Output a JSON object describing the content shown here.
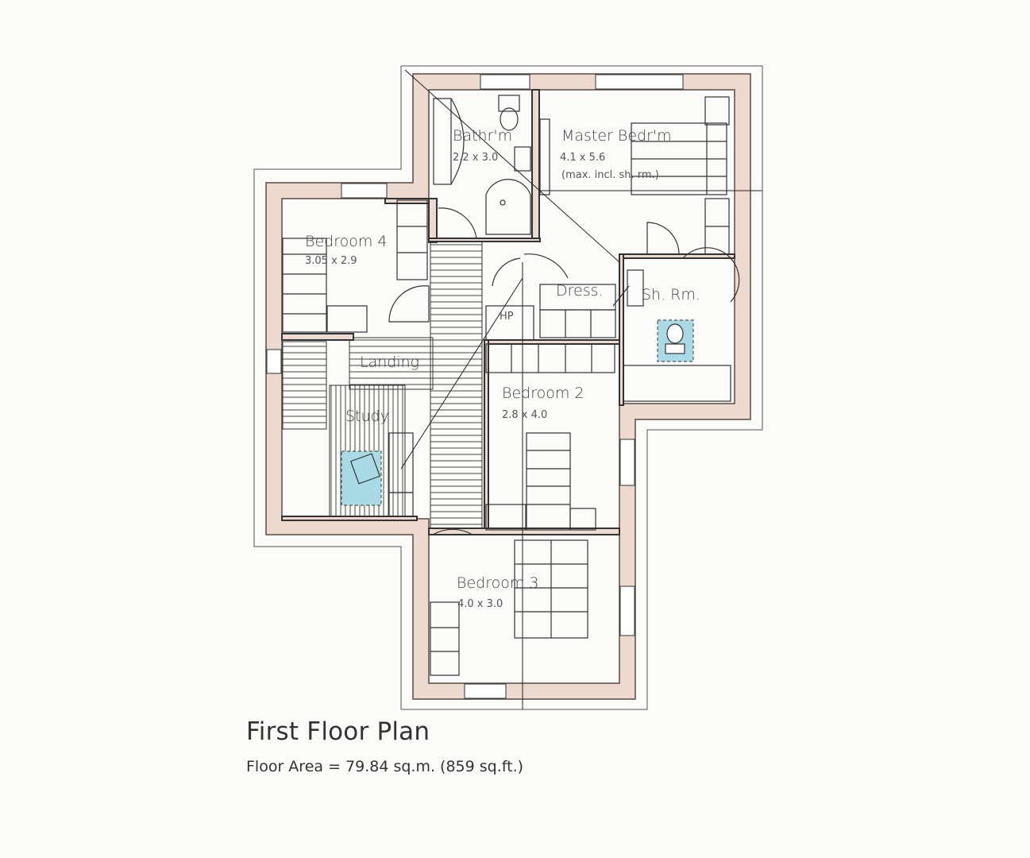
{
  "plan": {
    "title": "First Floor Plan",
    "floor_area": "Floor Area = 79.84 sq.m. (859 sq.ft.)",
    "colors": {
      "wall_fill": "#ecd9cf",
      "wall_stroke": "#5a4a42",
      "fixture": "#333333",
      "highlight": "#a9dbe6",
      "background": "#fbfbfa"
    },
    "rooms": [
      {
        "id": "bathroom",
        "name": "Bathr'm",
        "size": "2.2 x 3.0"
      },
      {
        "id": "master-bedroom",
        "name": "Master Bedr'm",
        "size": "4.1 x 5.6",
        "note": "(max. incl. sh. rm.)"
      },
      {
        "id": "bedroom-4",
        "name": "Bedroom 4",
        "size": "3.05 x 2.9"
      },
      {
        "id": "dressing",
        "name": "Dress."
      },
      {
        "id": "shower-room",
        "name": "Sh. Rm."
      },
      {
        "id": "hot-press",
        "name": "HP"
      },
      {
        "id": "landing",
        "name": "Landing"
      },
      {
        "id": "study",
        "name": "Study"
      },
      {
        "id": "bedroom-2",
        "name": "Bedroom 2",
        "size": "2.8 x 4.0"
      },
      {
        "id": "bedroom-3",
        "name": "Bedroom 3",
        "size": "4.0 x 3.0"
      }
    ]
  }
}
